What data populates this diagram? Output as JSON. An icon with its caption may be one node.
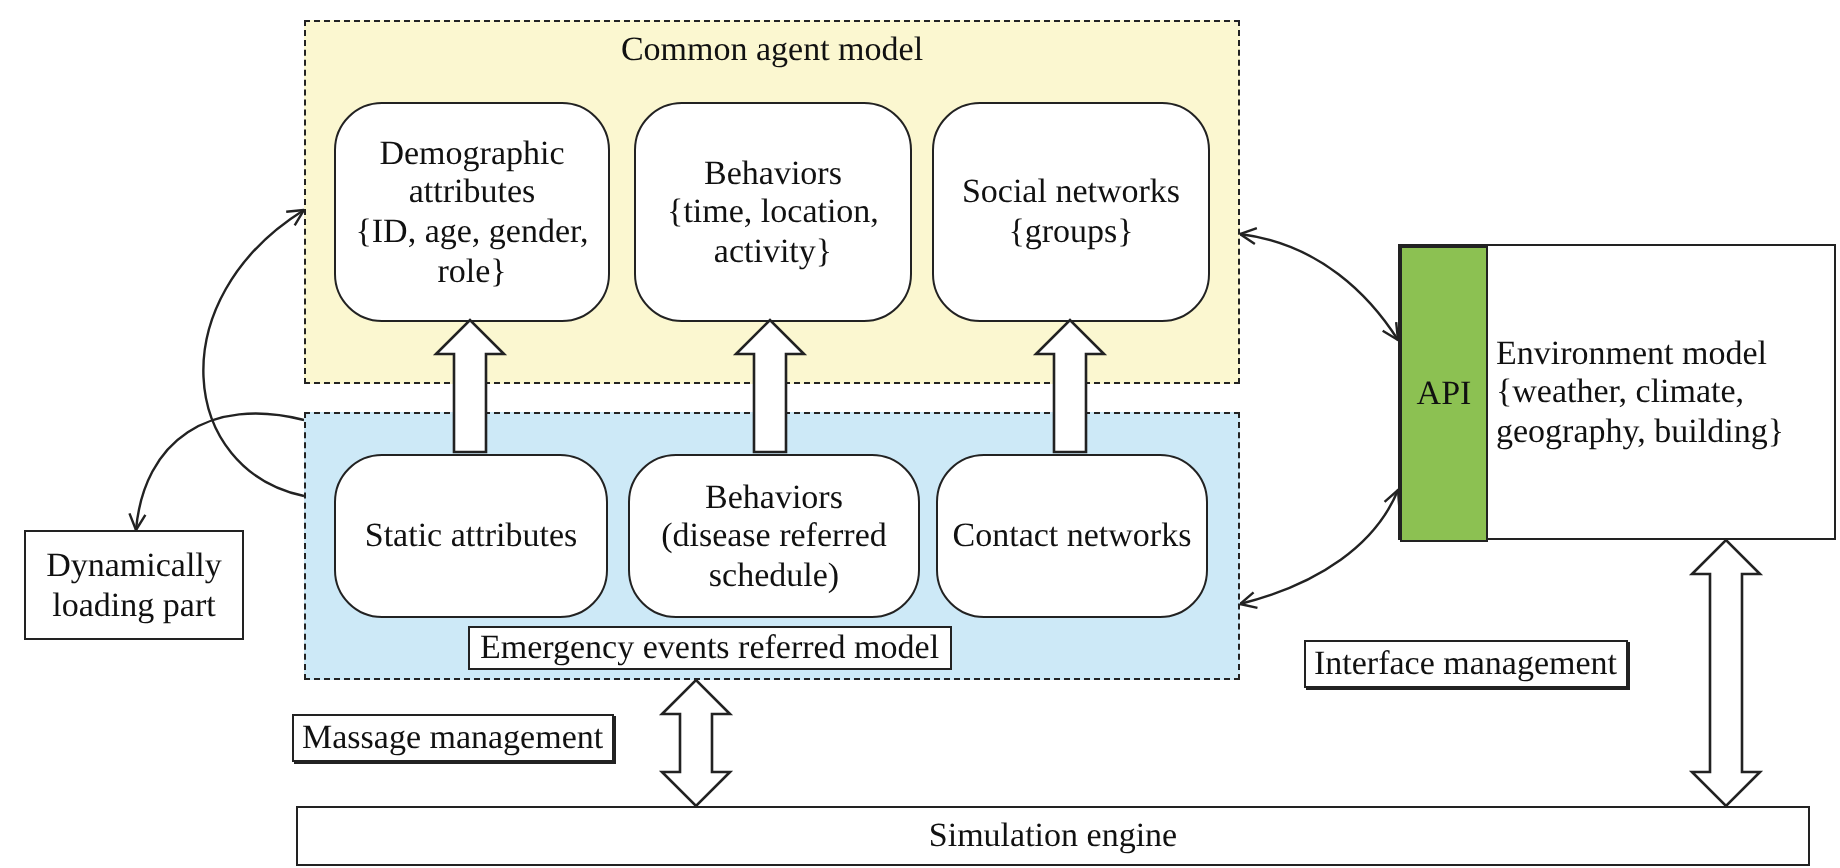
{
  "diagram": {
    "nodes": [
      {
        "text": [
          "Common agent model"
        ]
      },
      {
        "text": [
          "Demographic attributes",
          "{ID, age, gender, role}"
        ],
        "in": 0
      },
      {
        "text": [
          "Behaviors",
          "{time, location, activity}"
        ],
        "in": 0
      },
      {
        "text": [
          "Social networks",
          "{groups}"
        ],
        "in": 0
      },
      {
        "text": [
          "Emergency events referred model"
        ]
      },
      {
        "text": [
          "Static attributes"
        ],
        "in": 4
      },
      {
        "text": [
          "Behaviors",
          "(disease referred schedule)"
        ],
        "in": 4
      },
      {
        "text": [
          "Contact networks"
        ],
        "in": 4
      },
      {
        "text": [
          "Dynamically loading part"
        ]
      },
      {
        "text": [
          "Environment model",
          "{weather, climate, geography, building}"
        ]
      },
      {
        "text": [
          "API"
        ],
        "in": 9
      },
      {
        "text": [
          "Simulation engine"
        ]
      }
    ],
    "edges": [
      {
        "from": 5,
        "to": 1,
        "arrow": "to",
        "style": "thick"
      },
      {
        "from": 6,
        "to": 2,
        "arrow": "to",
        "style": "thick"
      },
      {
        "from": 7,
        "to": 3,
        "arrow": "to",
        "style": "thick"
      },
      {
        "from": 4,
        "to": 0,
        "arrow": "to"
      },
      {
        "from": 4,
        "to": 8,
        "arrow": "to"
      },
      {
        "from": 0,
        "to": 10,
        "arrow": "both"
      },
      {
        "from": 4,
        "to": 10,
        "arrow": "both"
      },
      {
        "from": 4,
        "to": 11,
        "arrow": "both",
        "style": "thick",
        "label": "Massage management"
      },
      {
        "from": 9,
        "to": 11,
        "arrow": "both",
        "style": "thick",
        "label": "Interface management"
      }
    ]
  }
}
